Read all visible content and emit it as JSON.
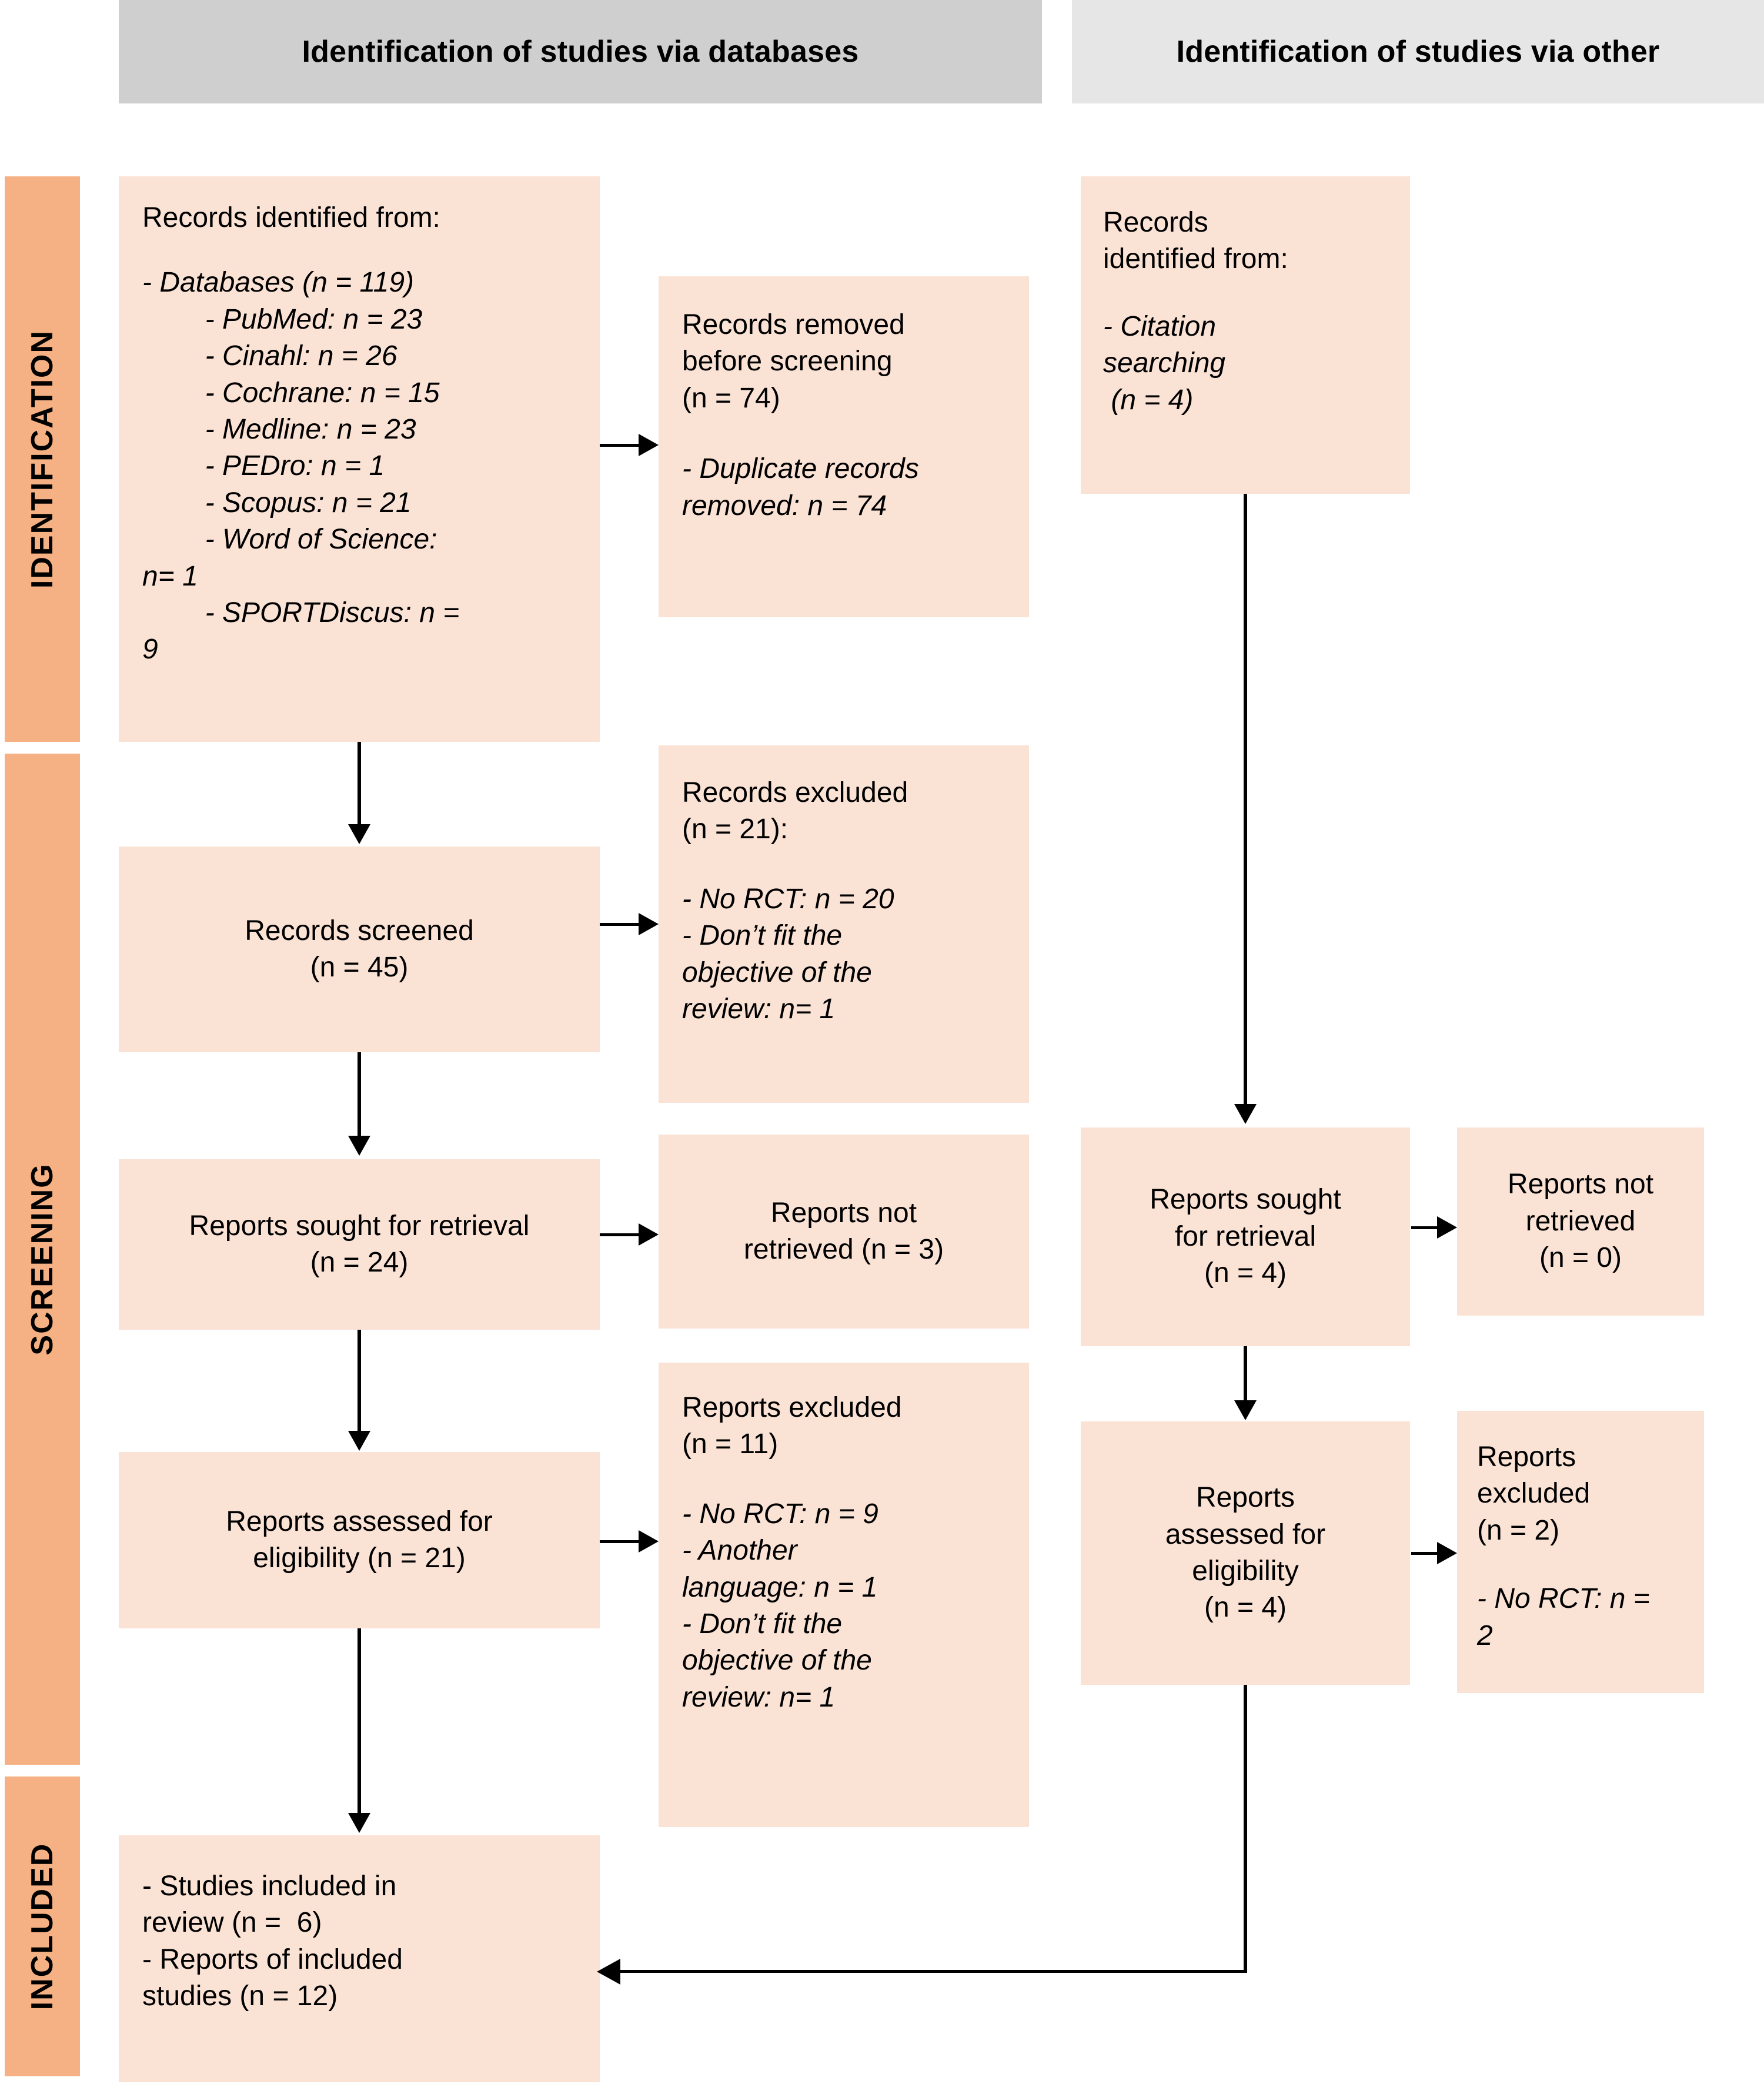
{
  "headers": {
    "databases": "Identification of studies via databases",
    "other": "Identification of studies via other"
  },
  "stages": {
    "identification": "IDENTIFICATION",
    "screening": "SCREENING",
    "included": "INCLUDED"
  },
  "database_column": {
    "records_identified": {
      "title": "Records identified from:",
      "body": "- Databases (n = 119)\n        - PubMed: n = 23\n        - Cinahl: n = 26\n        - Cochrane: n = 15\n        - Medline: n = 23\n        - PEDro: n = 1\n        - Scopus: n = 21\n        - Word of Science:\nn= 1\n        - SPORTDiscus: n =\n9"
    },
    "records_removed": {
      "title": "Records removed\nbefore screening\n(n = 74)",
      "body": "- Duplicate records\nremoved: n = 74"
    },
    "records_screened": {
      "title": "Records screened\n(n = 45)"
    },
    "records_excluded": {
      "title": "Records excluded\n(n = 21):",
      "body": "- No RCT: n = 20\n- Don’t fit the\nobjective of the\nreview: n= 1"
    },
    "reports_sought": {
      "title": "Reports sought for retrieval\n(n = 24)"
    },
    "reports_not_retrieved": {
      "title": "Reports not\nretrieved (n = 3)"
    },
    "reports_assessed": {
      "title": "Reports assessed for\neligibility (n = 21)"
    },
    "reports_excluded": {
      "title": "Reports excluded\n(n = 11)",
      "body": "- No RCT: n = 9\n- Another\nlanguage: n = 1\n- Don’t fit the\nobjective of the\nreview: n= 1"
    }
  },
  "other_column": {
    "records_identified": {
      "title": "Records\nidentified from:",
      "body": "- Citation\nsearching\n (n = 4)"
    },
    "reports_sought": {
      "title": "Reports sought\nfor retrieval\n(n = 4)"
    },
    "reports_not_retrieved": {
      "title": "Reports not\nretrieved\n(n = 0)"
    },
    "reports_assessed": {
      "title": "Reports\nassessed for\neligibility\n(n = 4)"
    },
    "reports_excluded": {
      "title": "Reports\nexcluded\n(n = 2)",
      "body": "- No RCT: n =\n2"
    }
  },
  "included_box": {
    "body": "- Studies included in\nreview (n =  6)\n- Reports of included\nstudies (n = 12)"
  },
  "colors": {
    "header_databases_bg": "#cfcfcf",
    "header_other_bg": "#e6e6e6",
    "stage_bar_bg": "#f5b183",
    "box_bg": "#fae2d5",
    "connector": "#000000",
    "text": "#000000"
  }
}
